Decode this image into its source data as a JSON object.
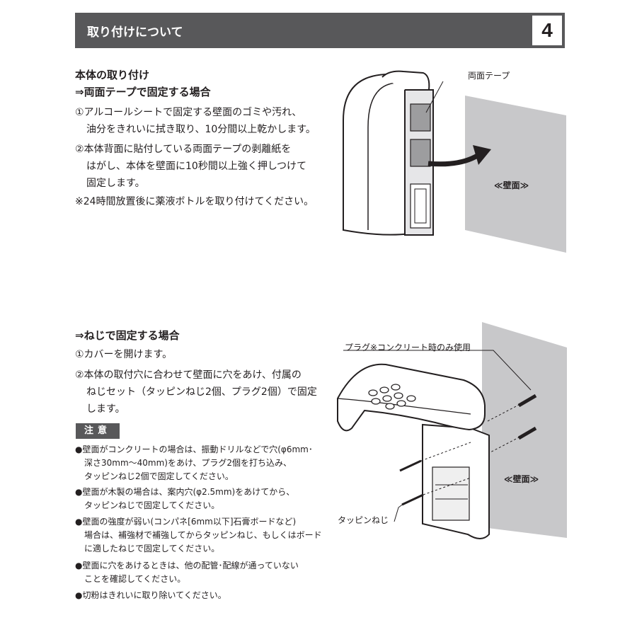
{
  "header": {
    "title": "取り付けについて",
    "page_number": "4"
  },
  "section1": {
    "heading": "本体の取り付け",
    "subheading": "⇒両面テープで固定する場合",
    "steps": [
      [
        "①アルコールシートで固定する壁面のゴミや汚れ、",
        "油分をきれいに拭き取り、10分間以上乾かします。"
      ],
      [
        "②本体背面に貼付している両面テープの剥離紙を",
        "はがし、本体を壁面に10秒間以上強く押しつけて",
        "固定します。"
      ]
    ],
    "footnote": "※24時間放置後に薬液ボトルを取り付けてください。",
    "figure": {
      "tape_label": "両面テープ",
      "wall_label": "≪壁面≫"
    }
  },
  "section2": {
    "subheading": "⇒ねじで固定する場合",
    "steps": [
      [
        "①カバーを開けます。"
      ],
      [
        "②本体の取付穴に合わせて壁面に穴をあけ、付属の",
        "ねじセット（タッピンねじ2個、プラグ2個）で固定",
        "します。"
      ]
    ],
    "caution_label": "注意",
    "cautions": [
      [
        "●壁面がコンクリートの場合は、振動ドリルなどで穴(φ6mm･",
        "深さ30mm〜40mm)をあけ、プラグ2個を打ち込み、",
        "タッピンねじ2個で固定してください。"
      ],
      [
        "●壁面が木製の場合は、案内穴(φ2.5mm)をあけてから、",
        "タッピンねじで固定してください。"
      ],
      [
        "●壁面の強度が弱い(コンパネ[6mm以下]石膏ボードなど)",
        "場合は、補強材で補強してからタッピンねじ、もしくはボード",
        "に適したねじで固定してください。"
      ],
      [
        "●壁面に穴をあけるときは、他の配管･配線が通っていない",
        "ことを確認してください。"
      ],
      [
        "●切粉はきれいに取り除いてください。"
      ]
    ],
    "figure": {
      "plug_label": "プラグ※コンクリート時のみ使用",
      "screw_label": "タッピンねじ",
      "wall_label": "≪壁面≫"
    }
  },
  "colors": {
    "header_bg": "#58585a",
    "wall_gray": "#c8c8ca",
    "text": "#231f20"
  }
}
